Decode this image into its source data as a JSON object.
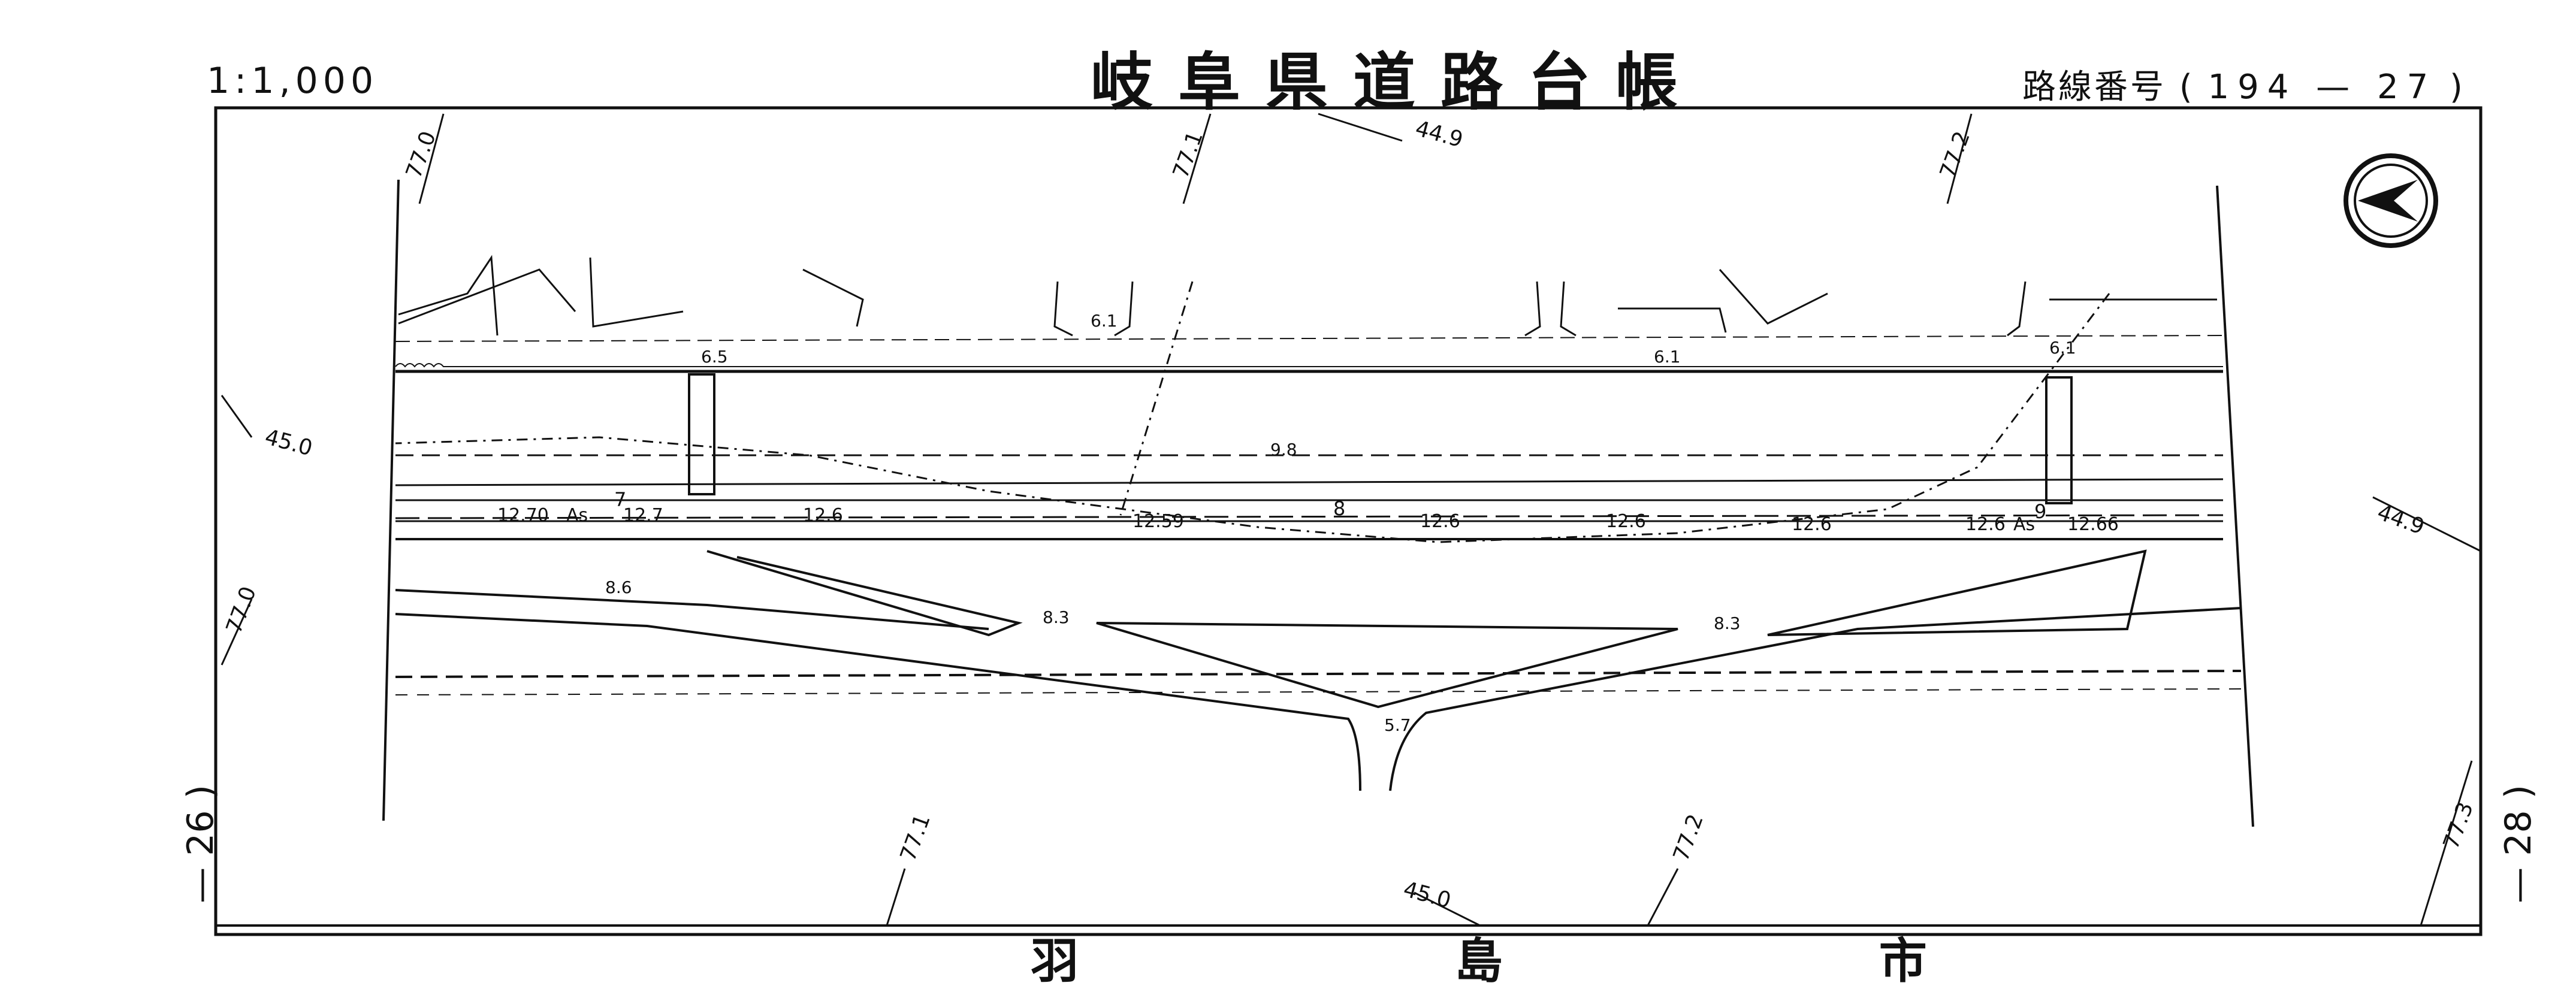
{
  "header": {
    "scale": "1:1,000",
    "title": "岐阜県道路台帳",
    "route_label": "路線番号",
    "route_open": "(",
    "route_number": "194 — 27",
    "route_close": ")"
  },
  "sheet": {
    "left_neighbor": "— 26 )",
    "right_neighbor": "— 28 )",
    "bottom_partial": "羽 島 市"
  },
  "contours": {
    "c1": "77.0",
    "c2": "77.1",
    "c3": "44.9",
    "c4": "77.2",
    "c5": "45.0",
    "c6": "77.0",
    "c7": "44.9",
    "c8": "77.1",
    "c9": "45.0",
    "c10": "77.2",
    "c11": "77.3"
  },
  "elevations": {
    "e1": "6.5",
    "e2": "6.1",
    "e3": "6.1",
    "e4": "6.1",
    "e5": "9.8",
    "e6": "8.6",
    "e7": "8.3",
    "e8": "8.3",
    "e9": "5.7"
  },
  "road": {
    "p1": "12.70",
    "as1": "As",
    "p2": "12.7",
    "p3": "12.6",
    "p4": "12.59",
    "p5": "12.6",
    "p6": "12.6",
    "p7": "12.6",
    "p8": "12.6",
    "as2": "As",
    "p9": "12.66",
    "st7": "7",
    "st8": "8",
    "st9": "9"
  },
  "north_arrow_icon": "north-arrow-icon"
}
